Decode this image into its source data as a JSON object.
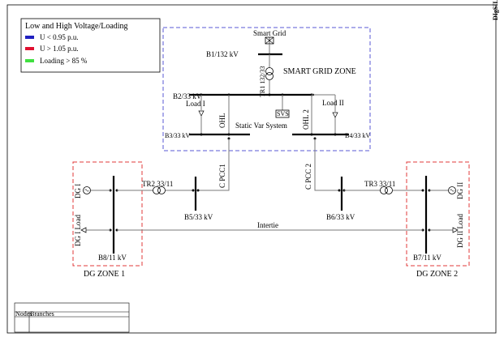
{
  "legend": {
    "title": "Low and High Voltage/Loading",
    "items": [
      {
        "label": "U < 0.95 p.u.",
        "color": "#2020c0"
      },
      {
        "label": "U > 1.05 p.u.",
        "color": "#e01030"
      },
      {
        "label": "Loading > 85 %",
        "color": "#40e040"
      }
    ]
  },
  "corner_tag": "DIgSILENT",
  "zones": {
    "smart_grid": "SMART GRID ZONE",
    "dg1": "DG ZONE 1",
    "dg2": "DG ZONE 2"
  },
  "labels": {
    "smart_grid": "Smart Grid",
    "b1": "B1/132 kV",
    "tr1": "TR1 132/33",
    "b2": "B2/33 kV",
    "load1": "Load I",
    "load2": "Load II",
    "svs": "SVS",
    "static_var": "Static Var System",
    "ohl1": "OHL",
    "ohl2": "OHL 2",
    "b3": "B3/33 kV",
    "b4": "B4/33 kV",
    "cpcc1": "C PCC1",
    "cpcc2": "C PCC 2",
    "tr2": "TR2 33/11",
    "tr3": "TR3 33/11",
    "b5": "B5/33 kV",
    "b6": "B6/33 kV",
    "dg_i": "DG I",
    "dg_ii": "DG II",
    "dg_i_load": "DG I Load",
    "dg_ii_load": "DG II Load",
    "intertie": "Intertie",
    "b8": "B8/11 kV",
    "b7": "B7/11 kV"
  },
  "results_table": {
    "col_nodes": "Nodes",
    "col_branches": "Branches"
  }
}
